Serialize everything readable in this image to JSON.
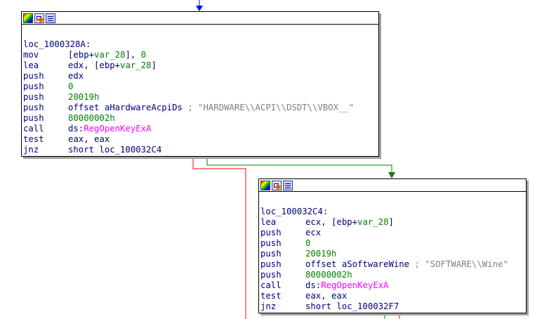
{
  "colors": {
    "edge_true": "#ff0000",
    "edge_false": "#008000",
    "edge_normal": "#0000ff",
    "text": "#000080",
    "number": "#008000",
    "api": "#ff00ff",
    "comment": "#808080"
  },
  "toolbar_icons": [
    "color-palette-icon",
    "graph-edit-icon",
    "text-view-icon"
  ],
  "block1": {
    "label": "loc_1000328A:",
    "lines": [
      {
        "mn": "mov",
        "parts": [
          {
            "t": "[ebp+",
            "c": "ops"
          },
          {
            "t": "var_28",
            "c": "var"
          },
          {
            "t": "], ",
            "c": "ops"
          },
          {
            "t": "0",
            "c": "num"
          }
        ]
      },
      {
        "mn": "lea",
        "parts": [
          {
            "t": "edx, [ebp+",
            "c": "ops"
          },
          {
            "t": "var_28",
            "c": "var"
          },
          {
            "t": "]",
            "c": "ops"
          }
        ]
      },
      {
        "mn": "push",
        "parts": [
          {
            "t": "edx",
            "c": "ops"
          }
        ]
      },
      {
        "mn": "push",
        "parts": [
          {
            "t": "0",
            "c": "num"
          }
        ]
      },
      {
        "mn": "push",
        "parts": [
          {
            "t": "20019h",
            "c": "num"
          }
        ]
      },
      {
        "mn": "push",
        "parts": [
          {
            "t": "offset aHardwareAcpiDs ",
            "c": "ops"
          },
          {
            "t": "; \"HARDWARE\\\\ACPI\\\\DSDT\\\\VBOX__\"",
            "c": "cmt"
          }
        ]
      },
      {
        "mn": "push",
        "parts": [
          {
            "t": "80000002h",
            "c": "num"
          }
        ]
      },
      {
        "mn": "call",
        "parts": [
          {
            "t": "ds:",
            "c": "ops"
          },
          {
            "t": "RegOpenKeyExA",
            "c": "api"
          }
        ]
      },
      {
        "mn": "test",
        "parts": [
          {
            "t": "eax, eax",
            "c": "ops"
          }
        ]
      },
      {
        "mn": "jnz",
        "parts": [
          {
            "t": "short loc_100032C4",
            "c": "ops"
          }
        ]
      }
    ]
  },
  "block2": {
    "label": "loc_100032C4:",
    "lines": [
      {
        "mn": "lea",
        "parts": [
          {
            "t": "ecx, [ebp+",
            "c": "ops"
          },
          {
            "t": "var_28",
            "c": "var"
          },
          {
            "t": "]",
            "c": "ops"
          }
        ]
      },
      {
        "mn": "push",
        "parts": [
          {
            "t": "ecx",
            "c": "ops"
          }
        ]
      },
      {
        "mn": "push",
        "parts": [
          {
            "t": "0",
            "c": "num"
          }
        ]
      },
      {
        "mn": "push",
        "parts": [
          {
            "t": "20019h",
            "c": "num"
          }
        ]
      },
      {
        "mn": "push",
        "parts": [
          {
            "t": "offset aSoftwareWine ",
            "c": "ops"
          },
          {
            "t": "; \"SOFTWARE\\\\Wine\"",
            "c": "cmt"
          }
        ]
      },
      {
        "mn": "push",
        "parts": [
          {
            "t": "80000002h",
            "c": "num"
          }
        ]
      },
      {
        "mn": "call",
        "parts": [
          {
            "t": "ds:",
            "c": "ops"
          },
          {
            "t": "RegOpenKeyExA",
            "c": "api"
          }
        ]
      },
      {
        "mn": "test",
        "parts": [
          {
            "t": "eax, eax",
            "c": "ops"
          }
        ]
      },
      {
        "mn": "jnz",
        "parts": [
          {
            "t": "short loc_100032F7",
            "c": "ops"
          }
        ]
      }
    ]
  }
}
